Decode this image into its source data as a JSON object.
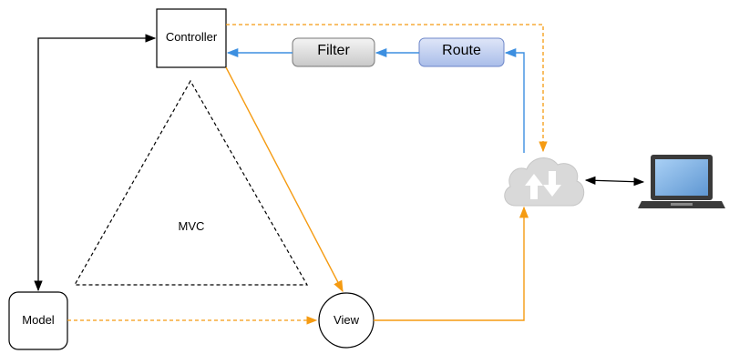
{
  "nodes": {
    "controller": "Controller",
    "filter": "Filter",
    "route": "Route",
    "mvc": "MVC",
    "model": "Model",
    "view": "View"
  },
  "icons": {
    "cloud": "cloud-sync-icon",
    "laptop": "laptop-icon"
  },
  "colors": {
    "request_flow": "#3d8fe0",
    "response_flow": "#f59b12",
    "neutral": "#000000",
    "filter_fill_top": "#f4f4f4",
    "filter_fill_bottom": "#c9c9c9",
    "route_fill_top": "#dfe6f8",
    "route_fill_bottom": "#a9bde9",
    "cloud_fill": "#d9d9d9",
    "laptop_screen": "#7fb0e0"
  }
}
